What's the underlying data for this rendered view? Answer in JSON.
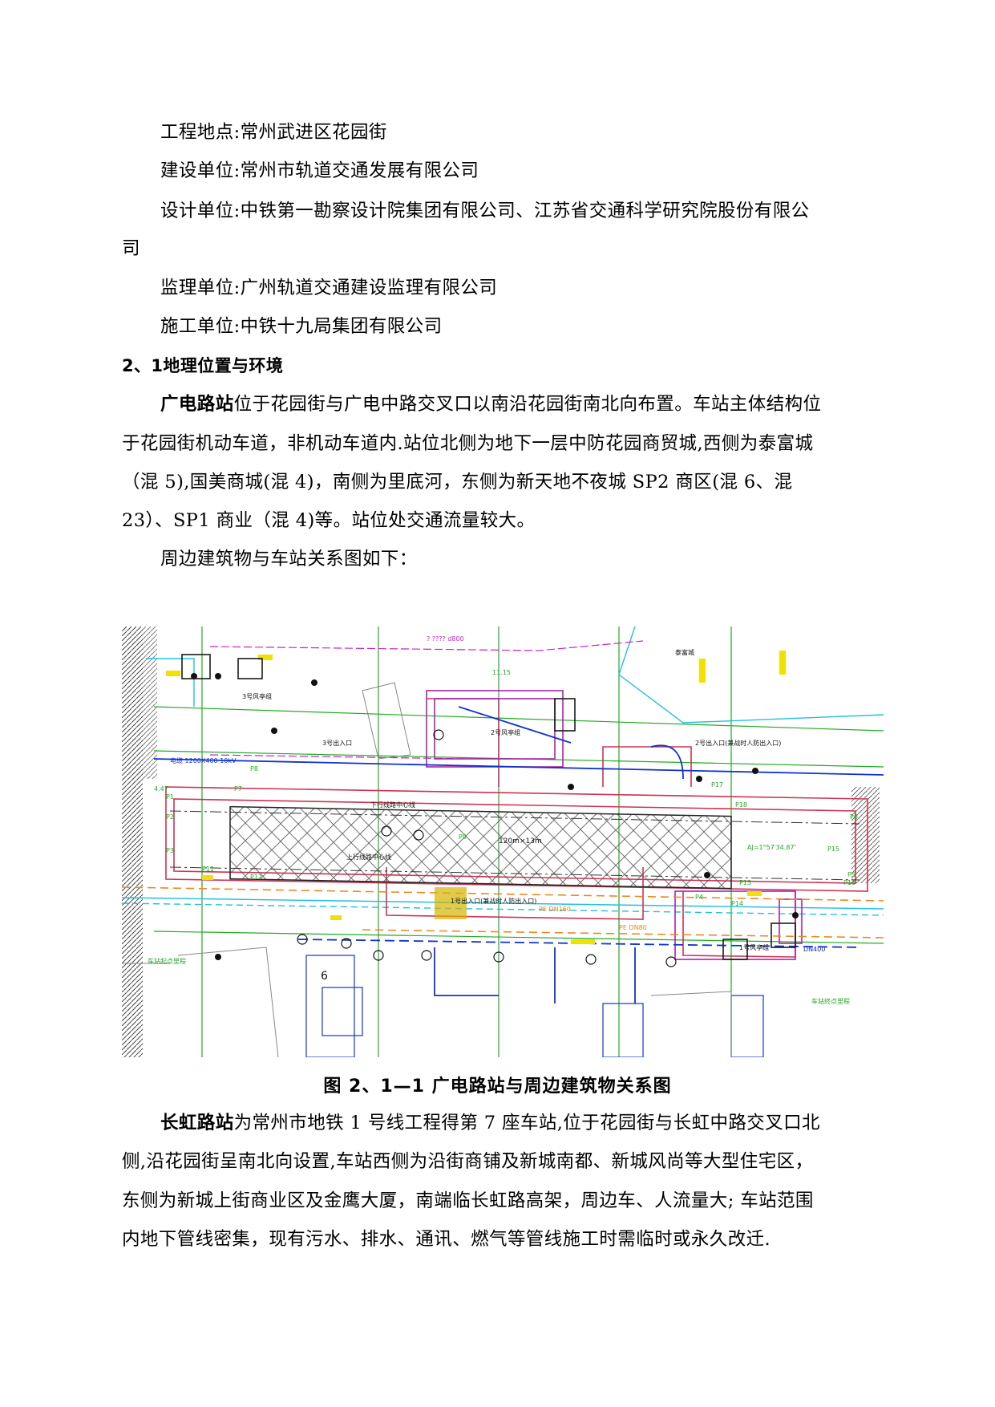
{
  "project_info": [
    {
      "label": "工程地点",
      "value": "常州武进区花园街"
    },
    {
      "label": "建设单位",
      "value": "常州市轨道交通发展有限公司"
    },
    {
      "label": "设计单位",
      "value": "中铁第一勘察设计院集团有限公司、江苏省交通科学研究院股份有限公",
      "continuation": "司"
    },
    {
      "label": "监理单位",
      "value": "广州轨道交通建设监理有限公司"
    },
    {
      "label": "施工单位",
      "value": "中铁十九局集团有限公司"
    }
  ],
  "section_heading": "2、1地理位置与环境",
  "para1": {
    "bold_lead": "广电路站",
    "lines": [
      "位于花园街与广电中路交叉口以南沿花园街南北向布置。车站主体结构位",
      "于花园街机动车道，非机动车道内.站位北侧为地下一层中防花园商贸城,西侧为泰富城",
      "（混 5),国美商城(混 4)，南侧为里底河，东侧为新天地不夜城 SP2 商区(混 6、混",
      "23）、SP1 商业（混 4)等。站位处交通流量较大。"
    ]
  },
  "para2": "周边建筑物与车站关系图如下：",
  "figure": {
    "caption": "图 2、1—1   广电路站与周边建筑物关系图",
    "labels": {
      "taifu": "泰富城",
      "fan3": "3号风亭组",
      "fan2": "2号风亭组",
      "fan1": "1号风亭组",
      "exit3": "3号出入口",
      "exit2": "2号出入口(兼战时人防出入口)",
      "exit1": "1号出入口(兼战时人防出入口)",
      "down_line": "下行线路中心线",
      "up_line": "上行线路中心线",
      "dims": "120m×13m",
      "angle": "AJ=1°57′34.87″",
      "pipe1": "PE DN160",
      "pipe2": "PE DN80",
      "pipe3": "DN400",
      "power": "电缆 1200X400 10kV",
      "dn800": "? ???? d800",
      "mileage1": "车站起点里程",
      "mileage2": "车站终点里程",
      "p": [
        "P1",
        "P2",
        "P3",
        "P4",
        "P5",
        "P6",
        "P7",
        "P8",
        "P9",
        "P11",
        "P12",
        "P13",
        "P14",
        "P15",
        "P16",
        "P17",
        "P18"
      ],
      "num6": "6",
      "mark_a": "4.47",
      "mark_b": "11.15"
    }
  },
  "para3": {
    "bold_lead": "长虹路站",
    "lines": [
      "为常州市地铁 1 号线工程得第 7 座车站,位于花园街与长虹中路交叉口北",
      "侧,沿花园街呈南北向设置,车站西侧为沿街商铺及新城南都、新城风尚等大型住宅区，",
      "东侧为新城上街商业区及金鹰大厦，南端临长虹路高架，周边车、人流量大; 车站范围",
      "内地下管线密集，现有污水、排水、通讯、燃气等管线施工时需临时或永久改迁."
    ]
  }
}
